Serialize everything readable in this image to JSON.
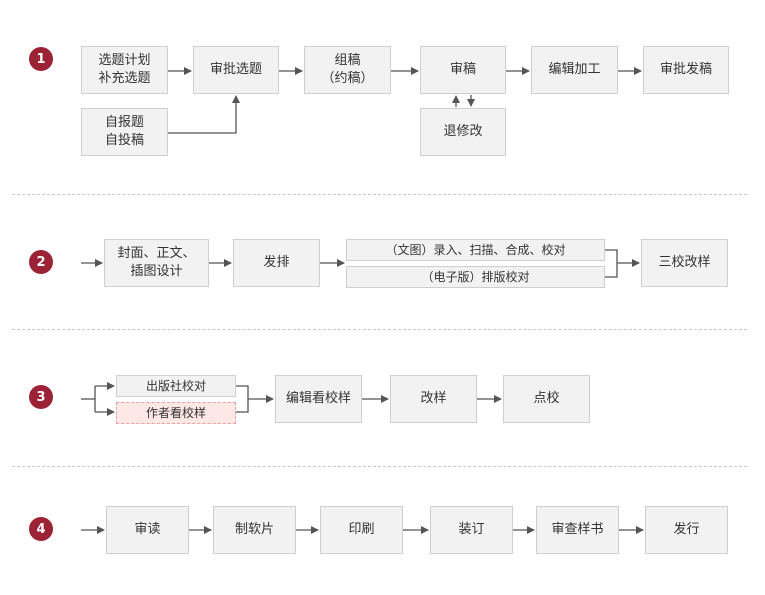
{
  "sections": [
    {
      "number": "1",
      "steps": {
        "select_plan": "选题计划\n补充选题",
        "self_submit": "自报题\n自投稿",
        "approve_topic": "审批选题",
        "organize": "组稿\n（约稿）",
        "review": "审稿",
        "return_edit": "退修改",
        "editing": "编辑加工",
        "approve_release": "审批发稿"
      }
    },
    {
      "number": "2",
      "steps": {
        "cover_design": "封面、正文、\n插图设计",
        "typeset": "发排",
        "text_entry": "（文图）录入、扫描、合成、校对",
        "e_layout": "（电子版）排版校对",
        "third_proof": "三校改样"
      }
    },
    {
      "number": "3",
      "steps": {
        "press_proof": "出版社校对",
        "author_proof": "作者看校样",
        "editor_proof": "编辑看校样",
        "revise": "改样",
        "spot_check": "点校"
      }
    },
    {
      "number": "4",
      "steps": {
        "read_review": "审读",
        "film": "制软片",
        "print": "印刷",
        "bind": "装订",
        "sample_check": "审查样书",
        "distribute": "发行"
      }
    }
  ],
  "colors": {
    "badge": "#9b2335",
    "box_fill": "#f2f2f2",
    "box_border": "#cfcfcf",
    "highlight_fill": "#fde7e7",
    "arrow": "#555555"
  }
}
